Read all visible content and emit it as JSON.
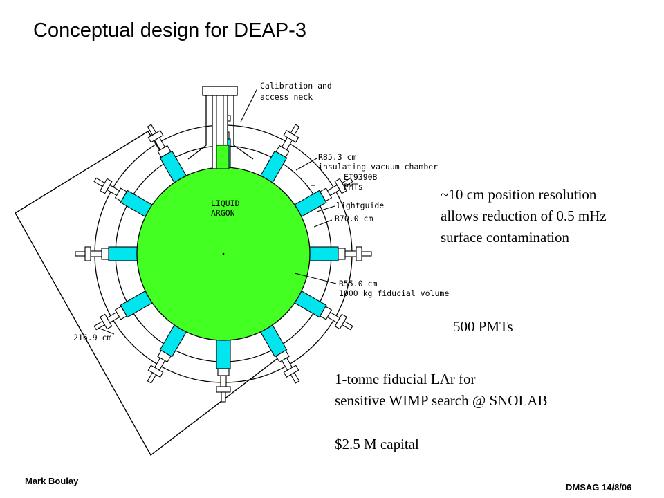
{
  "title": "Conceptual design for DEAP-3",
  "diagram": {
    "labels": {
      "neck": [
        "Calibration and",
        "access neck"
      ],
      "vacuum": [
        "R85.3 cm",
        "insulating vacuum chamber"
      ],
      "pmts": [
        "ET9390B",
        "PMTs"
      ],
      "lightguide": "lightguide",
      "r70": "R70.0 cm",
      "argon": [
        "LIQUID",
        "ARGON"
      ],
      "fiducial": [
        "R55.0 cm",
        "1000 kg fiducial volume"
      ],
      "outer": "216.9 cm"
    },
    "colors": {
      "argon": "#44ff22",
      "lightguide": "#00e5ee",
      "line": "#000000"
    }
  },
  "notes": {
    "resolution": [
      "~10 cm position resolution",
      "allows reduction of 0.5 mHz",
      "surface contamination"
    ],
    "pmt_count": "500 PMTs",
    "tonne": [
      "1-tonne fiducial LAr for",
      "sensitive WIMP search @ SNOLAB"
    ],
    "capital": "$2.5 M capital"
  },
  "footer": {
    "author": "Mark Boulay",
    "meeting": "DMSAG 14/8/06"
  }
}
